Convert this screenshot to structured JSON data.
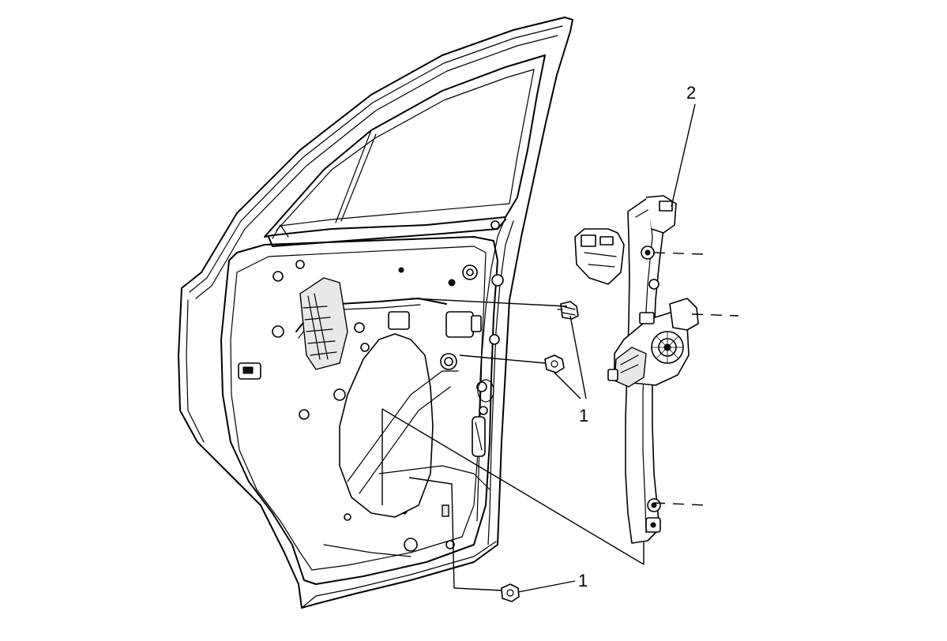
{
  "callouts": {
    "top_right": "2",
    "middle_right": "1",
    "bottom": "1"
  },
  "colors": {
    "line": "#000000",
    "background": "#ffffff"
  }
}
